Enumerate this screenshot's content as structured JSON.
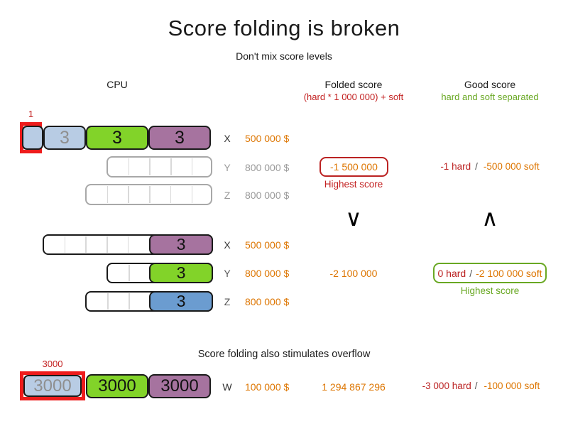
{
  "title": "Score folding is broken",
  "subtitle": "Don't mix score levels",
  "headers": {
    "cpu": "CPU",
    "folded_score": "Folded score",
    "folded_formula": "(hard * 1 000 000) + soft",
    "good_score": "Good score",
    "good_desc": "hard and soft separated"
  },
  "colors": {
    "orange_text": "#dd7500",
    "dark_red_text": "#bb2222",
    "highlight_red": "#ee1c1c",
    "green_text": "#69a823",
    "light_blue_block": "#b8cce4",
    "green_block": "#82d329",
    "purple_block": "#a6739f",
    "blue_block": "#6b9cd0"
  },
  "group1": {
    "annotation": "1",
    "row_x": {
      "label": "X",
      "cost": "500 000 $",
      "block1": "3",
      "block2": "3",
      "block3": "3"
    },
    "row_y": {
      "label": "Y",
      "cost": "800 000 $",
      "folded": "-1 500 000",
      "folded_note": "Highest score",
      "hard": "-1 hard",
      "sep": "/",
      "soft": "-500 000 soft"
    },
    "row_z": {
      "label": "Z",
      "cost": "800 000 $"
    }
  },
  "comparison": {
    "folded": "∨",
    "good": "∧"
  },
  "group2": {
    "row_x": {
      "label": "X",
      "cost": "500 000 $",
      "block": "3"
    },
    "row_y": {
      "label": "Y",
      "cost": "800 000 $",
      "block": "3",
      "folded": "-2 100 000",
      "hard": "0 hard",
      "sep": "/",
      "soft": "-2 100 000 soft",
      "good_note": "Highest score"
    },
    "row_z": {
      "label": "Z",
      "cost": "800 000 $",
      "block": "3"
    }
  },
  "overflow": {
    "heading": "Score folding also stimulates overflow",
    "annotation": "3000",
    "row_w": {
      "label": "W",
      "cost": "100 000 $",
      "block1": "3000",
      "block2": "3000",
      "block3": "3000",
      "folded": "1 294 867 296",
      "hard": "-3 000 hard",
      "sep": "/",
      "soft": "-100 000 soft"
    }
  }
}
